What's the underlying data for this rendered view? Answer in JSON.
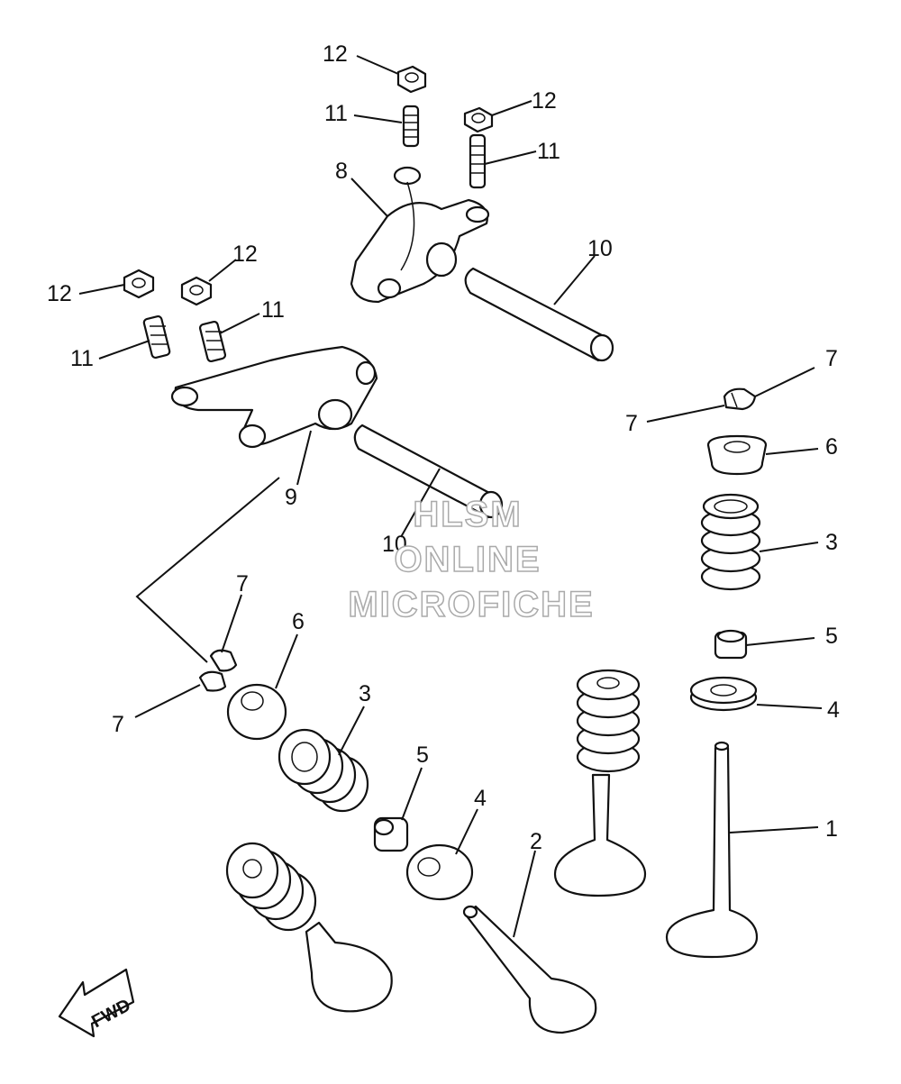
{
  "callouts": {
    "c1": "1",
    "c2": "2",
    "c3a": "3",
    "c3b": "3",
    "c4a": "4",
    "c4b": "4",
    "c5a": "5",
    "c5b": "5",
    "c6a": "6",
    "c6b": "6",
    "c7a": "7",
    "c7b": "7",
    "c7c": "7",
    "c7d": "7",
    "c8": "8",
    "c9": "9",
    "c10a": "10",
    "c10b": "10",
    "c11a": "11",
    "c11b": "11",
    "c11c": "11",
    "c11d": "11",
    "c12a": "12",
    "c12b": "12",
    "c12c": "12",
    "c12d": "12"
  },
  "watermark": {
    "line1": "HLSM",
    "line2": "ONLINE",
    "line3": "MICROFICHE"
  },
  "direction": {
    "label": "FWD"
  }
}
